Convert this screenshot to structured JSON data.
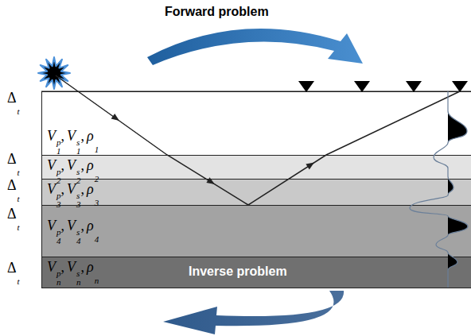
{
  "diagram": {
    "title": "Forward problem",
    "nodes": [
      {
        "text": [
          "V1p,V1s,ρ1"
        ]
      },
      {
        "text": [
          "V2p,V2s,ρ2"
        ]
      },
      {
        "text": [
          "V3p,V3s,ρ3"
        ]
      },
      {
        "text": [
          "V4p,V4s,ρ4"
        ]
      },
      {
        "text": [
          "Vnp,Vns,ρn"
        ]
      }
    ],
    "labels": [
      "Δt",
      "Δt",
      "Δt",
      "Δt",
      "Δt",
      "Inverse problem"
    ]
  }
}
